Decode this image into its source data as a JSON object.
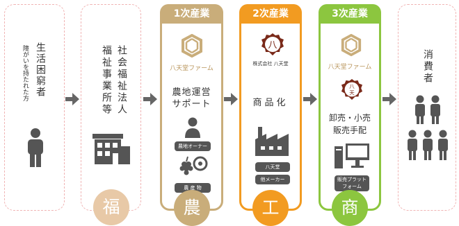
{
  "col1": {
    "title": "生活困窮者",
    "subtitle": "障がいを持たれた方"
  },
  "col2": {
    "line1": "社会福祉法人",
    "line2": "福祉事業所等"
  },
  "col3": {
    "header": "1次産業",
    "brand": "八天堂ファーム",
    "main": "農地運営\nサポート",
    "pill1": "農地オーナー",
    "pill2": "農 産 物"
  },
  "col4": {
    "header": "2次産業",
    "company": "株式会社 八天堂",
    "main": "商品化",
    "pill1": "八天堂",
    "pill2": "他メーカー"
  },
  "col5": {
    "header": "3次産業",
    "brand": "八天堂ファーム",
    "main": "卸売・小売\n販売手配",
    "pill1": "販売プラット\nフォーム"
  },
  "col6": {
    "title": "消費者"
  },
  "circles": {
    "fuku": "福",
    "nou": "農",
    "kou": "工",
    "shou": "商"
  },
  "logo_text": {
    "hachi": "八",
    "ten": "天",
    "dou": "堂"
  },
  "colors": {
    "farm": "#c9ad7a",
    "industry": "#f29b21",
    "commerce": "#8cc63f",
    "dash": "#f0b3b3",
    "circle": "#e8c9a7",
    "icon": "#555555"
  }
}
